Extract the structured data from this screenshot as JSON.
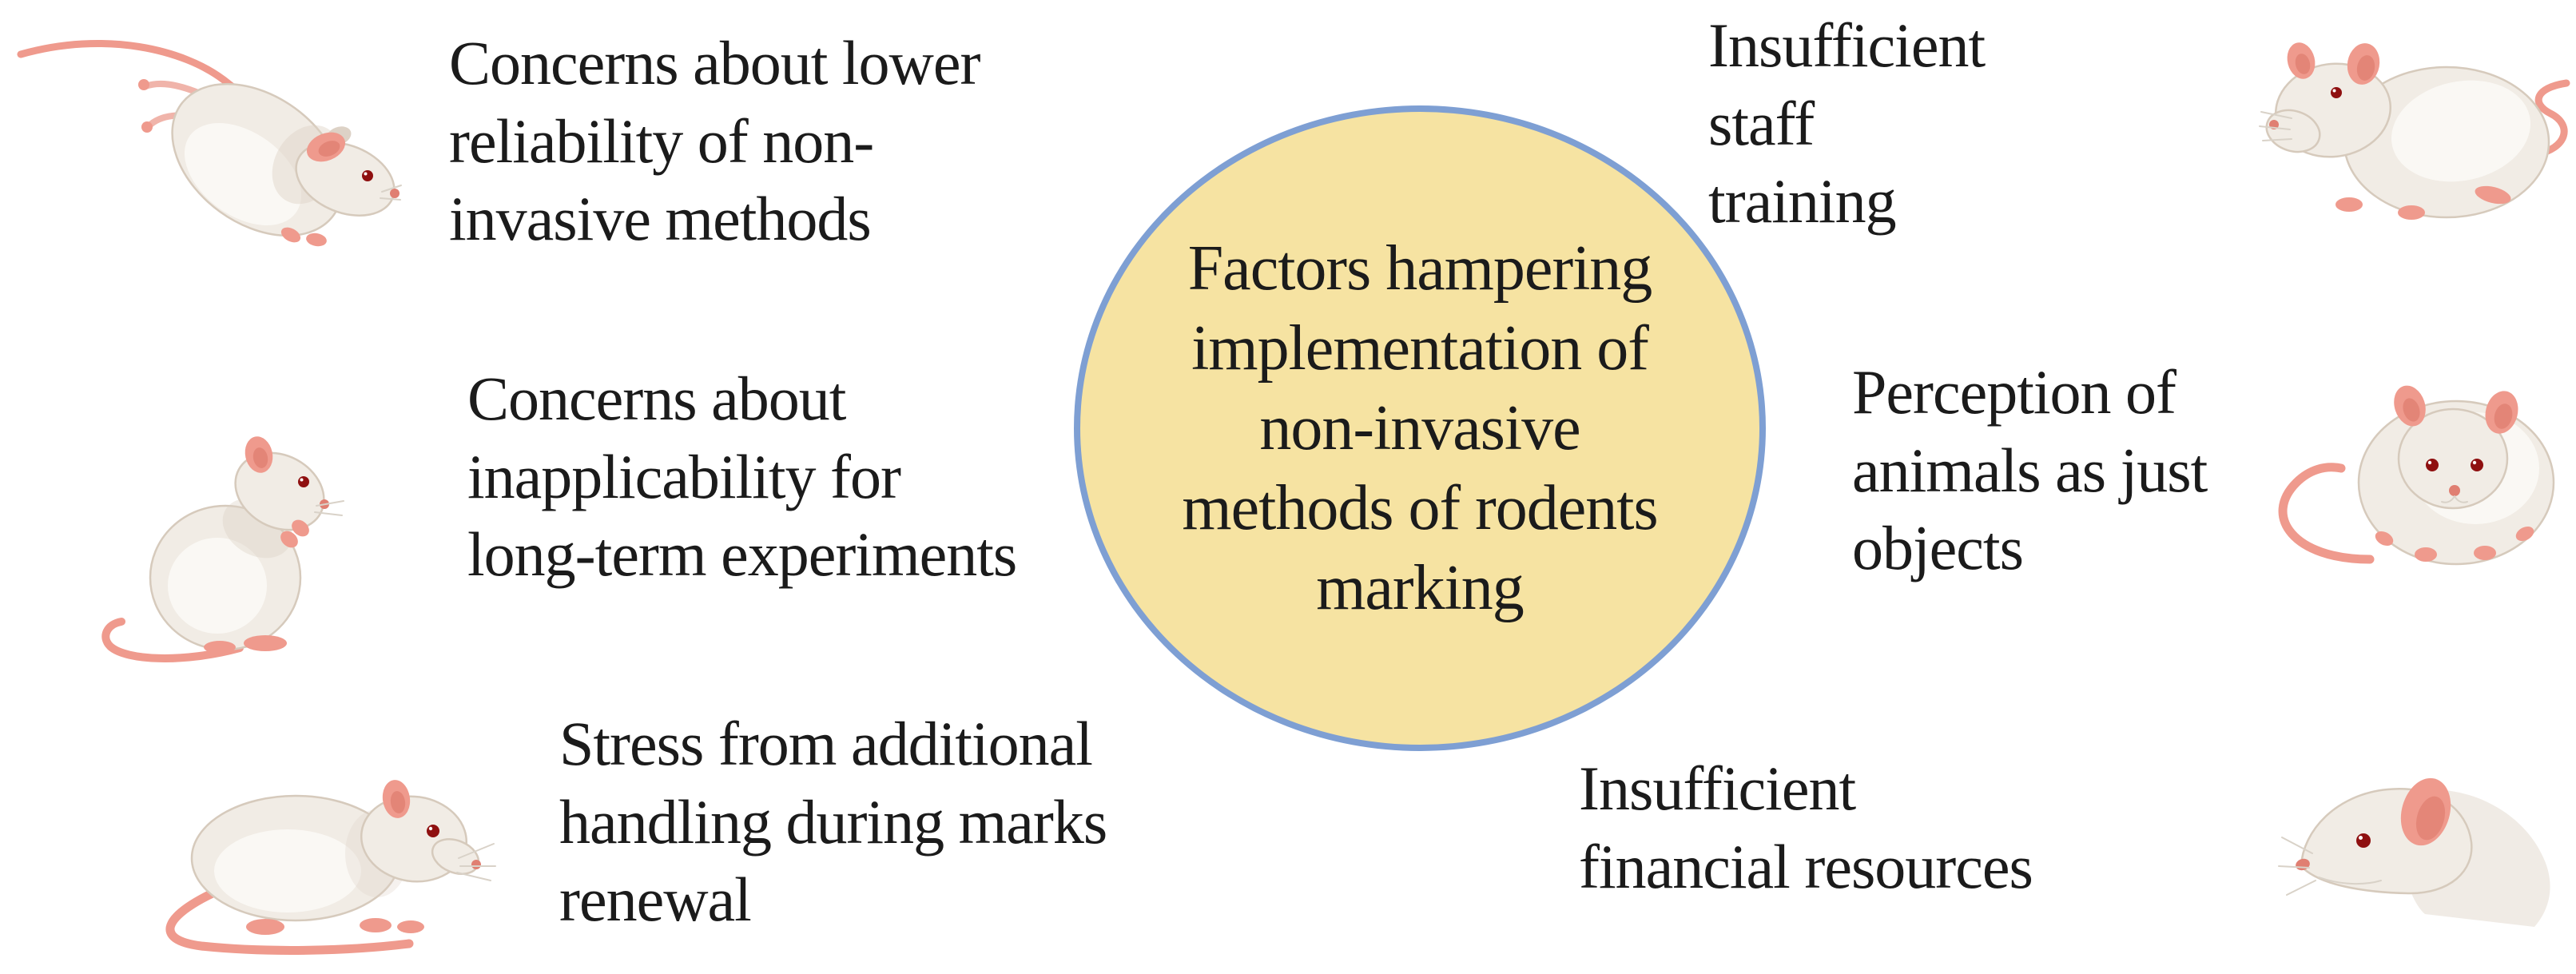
{
  "title": "Factors hampering implementation of non-invasive methods of rodents marking",
  "center": {
    "label": "Factors hampering\nimplementation of\nnon-invasive\nmethods of rodents\nmarking"
  },
  "factors": [
    {
      "id": "reliability",
      "position": "top-left",
      "label": "Concerns about lower\nreliability of non-\ninvasive methods"
    },
    {
      "id": "inapplicability",
      "position": "middle-left",
      "label": "Concerns about\ninapplicability for\nlong-term experiments"
    },
    {
      "id": "stress",
      "position": "bottom-left",
      "label": "Stress from additional\nhandling during marks\nrenewal"
    },
    {
      "id": "staff-training",
      "position": "top-right",
      "label": "Insufficient\nstaff\ntraining"
    },
    {
      "id": "perception",
      "position": "middle-right",
      "label": "Perception of\nanimals as just\nobjects"
    },
    {
      "id": "finance",
      "position": "bottom-right",
      "label": "Insufficient\nfinancial resources"
    }
  ],
  "icons": {
    "top_left": "rat-jumping-icon",
    "middle_left": "rat-sitting-icon",
    "bottom_left": "rat-crouching-icon",
    "top_right": "rat-standing-icon",
    "middle_right": "rat-front-icon",
    "bottom_right": "rat-head-icon"
  },
  "colors": {
    "background": "#FFFFFF",
    "text": "#1B1B1B",
    "circle_fill": "#F6E3A2",
    "circle_border": "#7E9FD3",
    "rat_body": "#F1ECE5",
    "rat_outline": "#D6CABC",
    "rat_shade": "#DDD2C6",
    "rat_highlight": "#FAF8F4",
    "rat_pink": "#EF9A8D",
    "rat_pink_dark": "#E07F72",
    "rat_eye": "#8F1010"
  }
}
